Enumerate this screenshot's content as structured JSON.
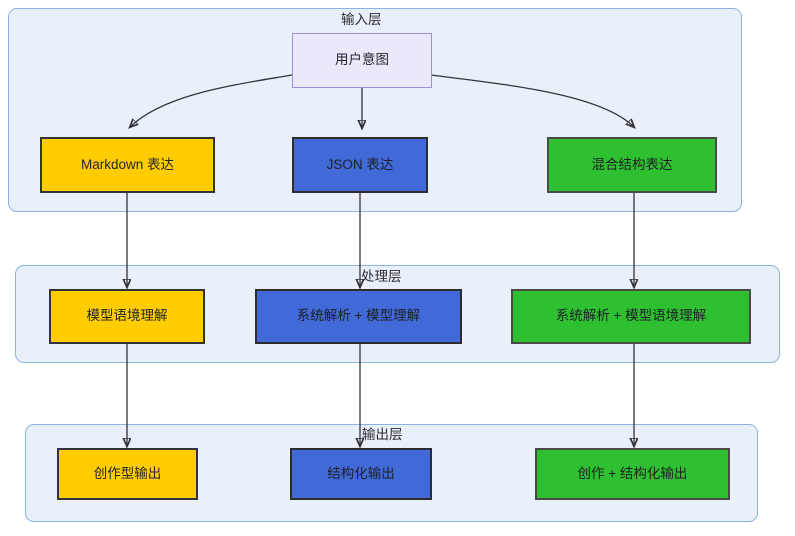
{
  "diagram": {
    "type": "flowchart",
    "layers": [
      {
        "id": "input-layer",
        "title": "输入层",
        "nodes": [
          {
            "id": "user-intent",
            "label": "用户意图",
            "style": "intent"
          },
          {
            "id": "markdown-expression",
            "label": "Markdown 表达",
            "style": "yellow"
          },
          {
            "id": "json-expression",
            "label": "JSON 表达",
            "style": "blue"
          },
          {
            "id": "hybrid-expression",
            "label": "混合结构表达",
            "style": "green"
          }
        ]
      },
      {
        "id": "processing-layer",
        "title": "处理层",
        "nodes": [
          {
            "id": "model-context-understanding",
            "label": "模型语境理解",
            "style": "yellow"
          },
          {
            "id": "system-parse-model-understanding",
            "label": "系统解析 + 模型理解",
            "style": "blue"
          },
          {
            "id": "system-parse-model-context-understanding",
            "label": "系统解析 + 模型语境理解",
            "style": "green"
          }
        ]
      },
      {
        "id": "output-layer",
        "title": "输出层",
        "nodes": [
          {
            "id": "creative-output",
            "label": "创作型输出",
            "style": "yellow"
          },
          {
            "id": "structured-output",
            "label": "结构化输出",
            "style": "blue"
          },
          {
            "id": "creative-structured-output",
            "label": "创作 + 结构化输出",
            "style": "green"
          }
        ]
      }
    ],
    "colors": {
      "layer_fill": "#e9f0fa",
      "layer_border": "#8cb4e0",
      "intent_fill": "#ece8fb",
      "intent_border": "#9b8fd6",
      "yellow": "#ffcc00",
      "blue": "#4169d8",
      "green": "#2ec030",
      "edge": "#33333a",
      "page_background": "#ffffff"
    }
  }
}
